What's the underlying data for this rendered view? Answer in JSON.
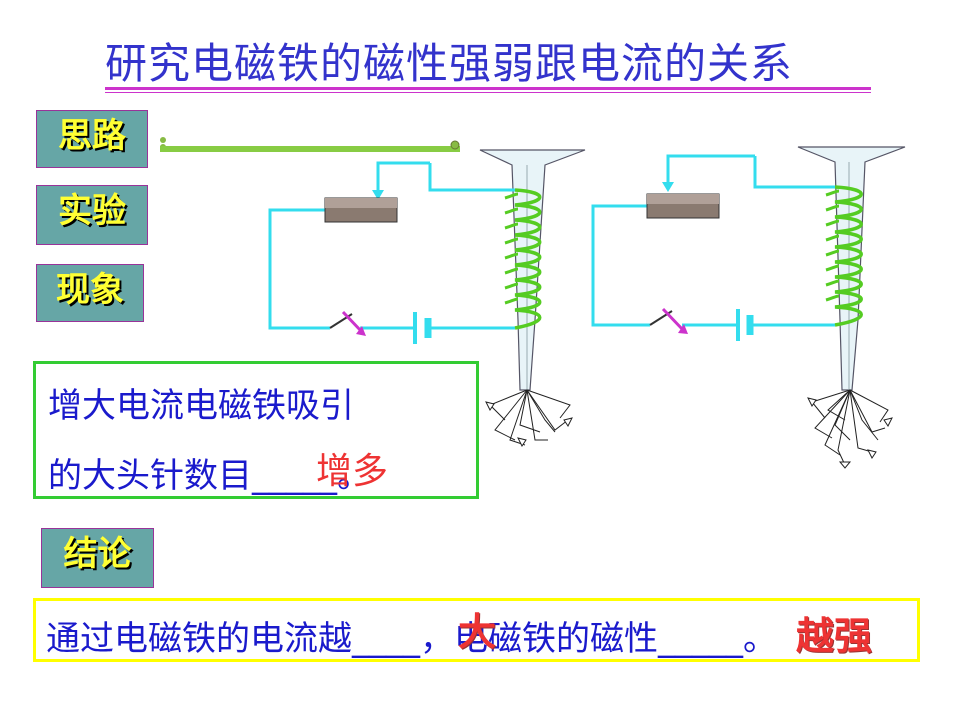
{
  "title": "研究电磁铁的磁性强弱跟电流的关系",
  "tags": {
    "thinking": "思路",
    "experiment": "实验",
    "phenomenon": "现象",
    "conclusion": "结论"
  },
  "observation": {
    "line1": "增大电流电磁铁吸引",
    "line2": "的大头针数目_____。",
    "answer": "增多"
  },
  "conclusion": {
    "text": "通过电磁铁的电流越____，电磁铁的磁性_____。",
    "answer1": "大",
    "answer2": "越强"
  },
  "colors": {
    "title": "#3333cc",
    "wire": "#33ddee",
    "coil": "#55cc22",
    "switch": "#cc33cc",
    "tag_bg": "#66a6a6",
    "tag_text": "#ffff33"
  }
}
